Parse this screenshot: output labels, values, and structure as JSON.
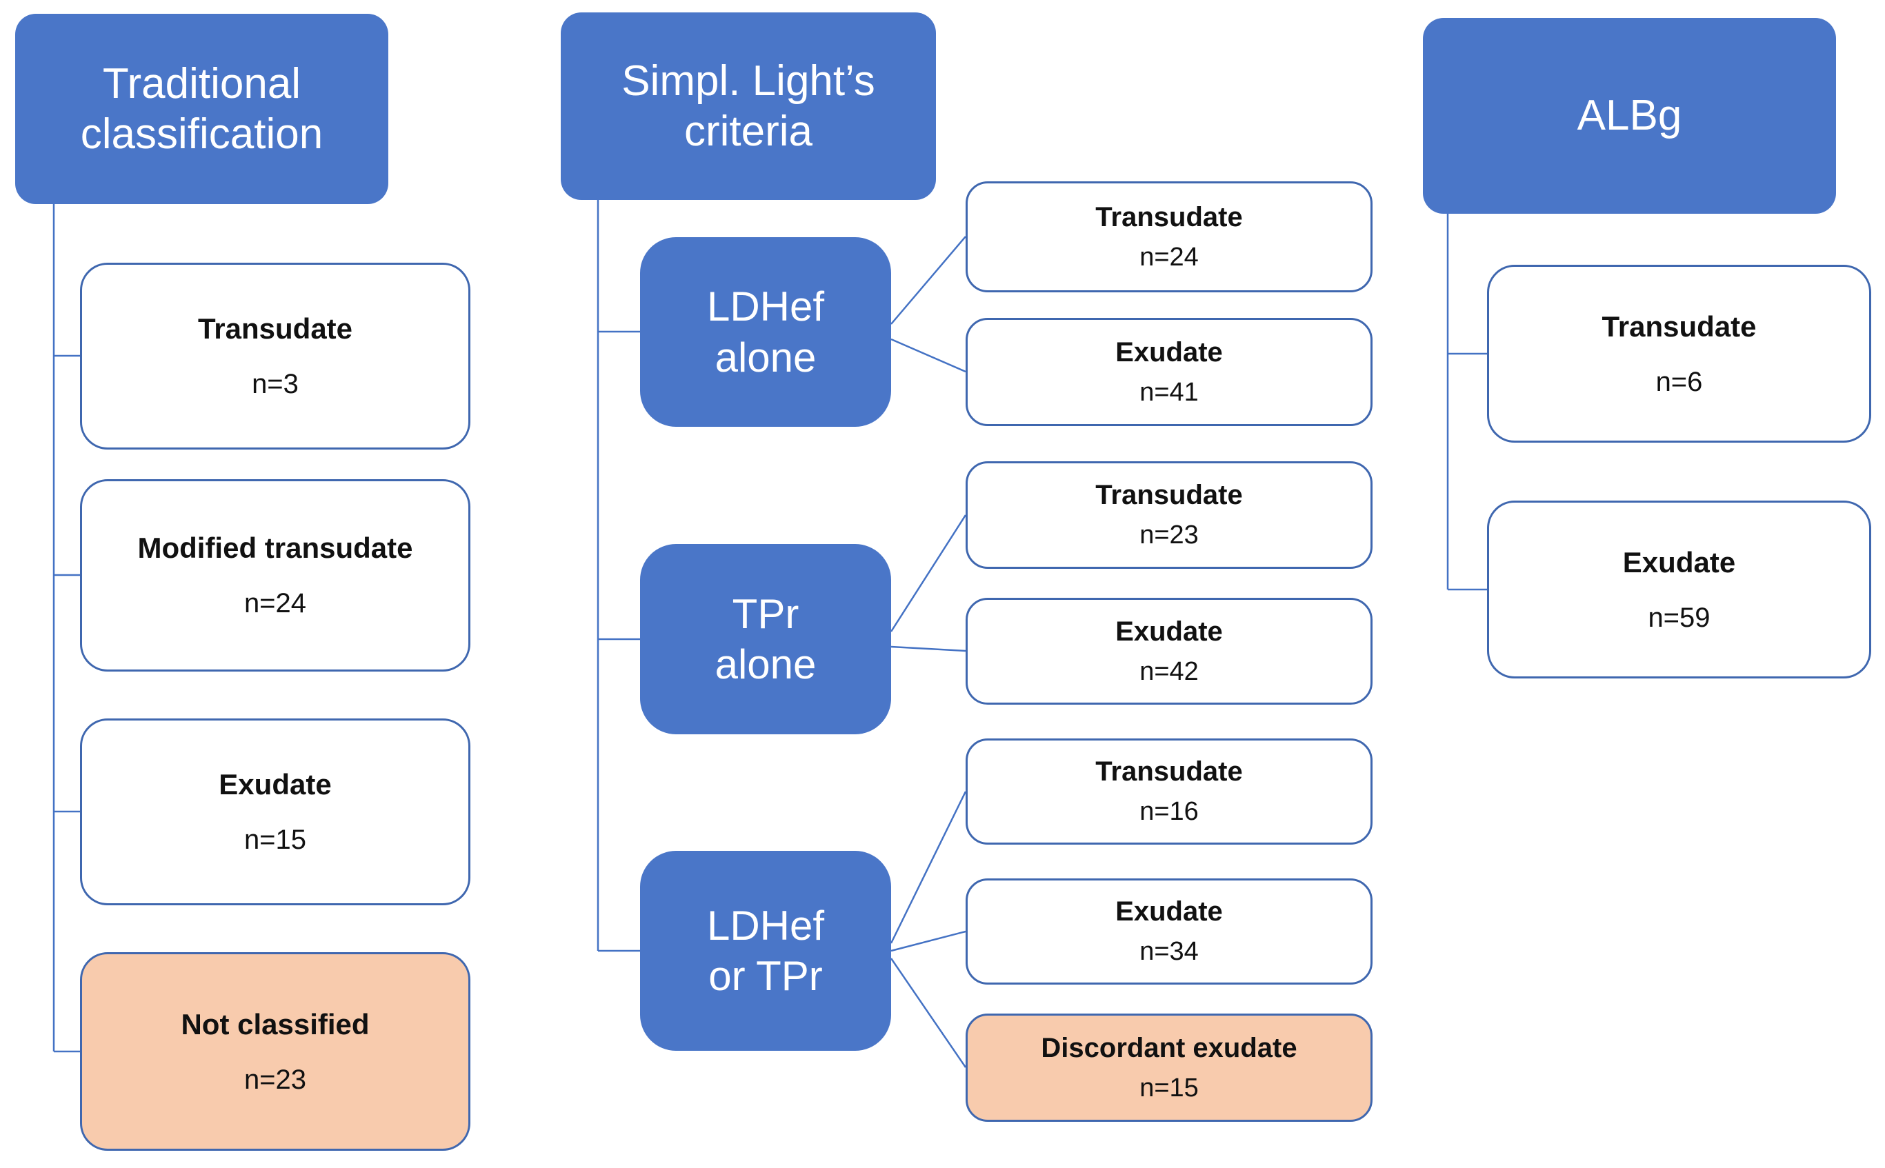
{
  "diagram": {
    "description": "Pleural fluid classification flow diagram",
    "colors": {
      "header_fill": "#4a76c8",
      "node_border": "#3f67af",
      "highlight_fill": "#f8cbad",
      "connector": "#4472c4",
      "header_text": "#ffffff",
      "node_text": "#111111"
    }
  },
  "columns": [
    {
      "header": {
        "lines": [
          "Traditional",
          "classification"
        ]
      },
      "children": [
        {
          "label": "Transudate",
          "value": "n=3"
        },
        {
          "label": "Modified transudate",
          "value": "n=24"
        },
        {
          "label": "Exudate",
          "value": "n=15"
        },
        {
          "label": "Not classified",
          "value": "n=23"
        }
      ]
    },
    {
      "header": {
        "lines": [
          "Simpl. Light’s",
          "criteria"
        ]
      },
      "groups": [
        {
          "parent": {
            "lines": [
              "LDHef",
              "alone"
            ]
          },
          "children": [
            {
              "label": "Transudate",
              "value": "n=24"
            },
            {
              "label": "Exudate",
              "value": "n=41"
            }
          ]
        },
        {
          "parent": {
            "lines": [
              "TPr",
              "alone"
            ]
          },
          "children": [
            {
              "label": "Transudate",
              "value": "n=23"
            },
            {
              "label": "Exudate",
              "value": "n=42"
            }
          ]
        },
        {
          "parent": {
            "lines": [
              "LDHef",
              "or TPr"
            ]
          },
          "children": [
            {
              "label": "Transudate",
              "value": "n=16"
            },
            {
              "label": "Exudate",
              "value": "n=34"
            },
            {
              "label": "Discordant exudate",
              "value": "n=15"
            }
          ]
        }
      ]
    },
    {
      "header": {
        "lines": [
          "ALBg"
        ]
      },
      "children": [
        {
          "label": "Transudate",
          "value": "n=6"
        },
        {
          "label": "Exudate",
          "value": "n=59"
        }
      ]
    }
  ]
}
